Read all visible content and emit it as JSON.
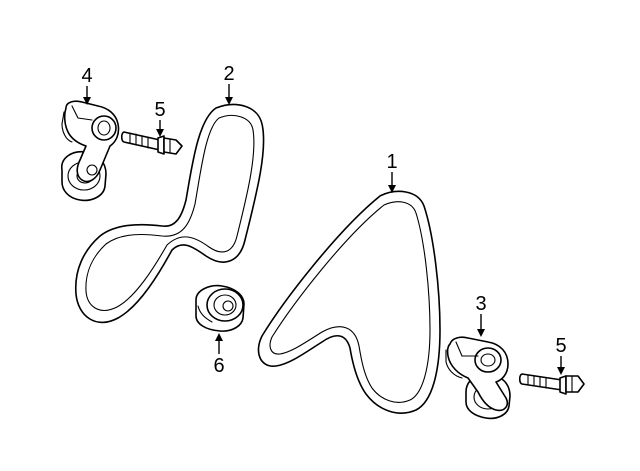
{
  "diagram": {
    "callouts": [
      {
        "id": "belt-large",
        "label": "1"
      },
      {
        "id": "belt-small",
        "label": "2"
      },
      {
        "id": "tensioner-right",
        "label": "3"
      },
      {
        "id": "tensioner-left",
        "label": "4"
      },
      {
        "id": "bolt-left",
        "label": "5"
      },
      {
        "id": "bolt-right",
        "label": "5"
      },
      {
        "id": "idler-pulley",
        "label": "6"
      }
    ]
  }
}
